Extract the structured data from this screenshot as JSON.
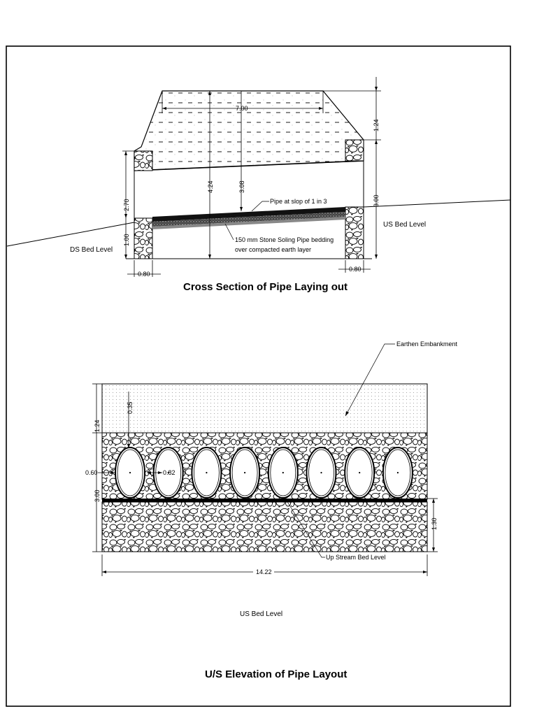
{
  "cross_section": {
    "title": "Cross Section of Pipe Laying out",
    "dim_top_width": "7.00",
    "dim_fill_height": "1.24",
    "dim_total_height": "4.24",
    "dim_mid_height": "3.08",
    "dim_us_height": "3.00",
    "dim_ds_height": "2.70",
    "dim_base_height": "1.00",
    "dim_left_wall": "0.80",
    "dim_right_wall": "0.80",
    "label_pipe_slope": "Pipe at slop of 1 in 3",
    "label_bedding_line1": "150 mm Stone Soling Pipe bedding",
    "label_bedding_line2": "over compacted earth layer",
    "label_us_bed": "US Bed Level",
    "label_ds_bed": "DS  Bed Level"
  },
  "elevation": {
    "title": "U/S  Elevation of Pipe Layout",
    "label_embankment": "Earthen Embankment",
    "label_upstream_bed": "Up Stream Bed Level",
    "label_us_bed": "US Bed Level",
    "dim_total_width": "14.22",
    "dim_fill_height": "1.24",
    "dim_cover": "0.35",
    "dim_stone_height": "3.00",
    "dim_base_height": "1.30",
    "dim_gap": "0.60",
    "dim_pipe_dia": "0.82",
    "pipe_count": 8
  }
}
